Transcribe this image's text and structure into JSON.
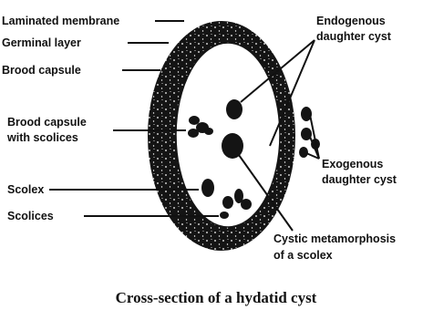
{
  "labels": {
    "laminated_membrane": "Laminated membrane",
    "germinal_layer": "Germinal layer",
    "brood_capsule": "Brood capsule",
    "brood_capsule_with_scolices_1": "Brood capsule",
    "brood_capsule_with_scolices_2": "with scolices",
    "scolex": "Scolex",
    "scolices": "Scolices",
    "endogenous_daughter_cyst_1": "Endogenous",
    "endogenous_daughter_cyst_2": "daughter cyst",
    "exogenous_daughter_cyst_1": "Exogenous",
    "exogenous_daughter_cyst_2": "daughter cyst",
    "cystic_metamorphosis_1": "Cystic metamorphosis",
    "cystic_metamorphosis_2": "of a scolex"
  },
  "caption": "Cross-section of a hydatid cyst"
}
